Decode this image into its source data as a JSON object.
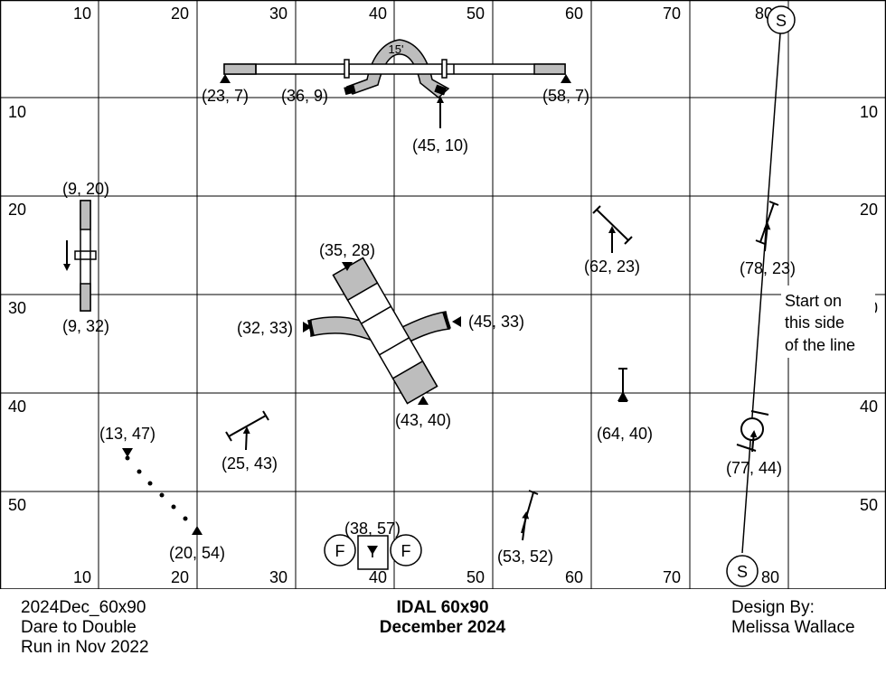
{
  "grid": {
    "top_labels": [
      "10",
      "20",
      "30",
      "40",
      "50",
      "60",
      "70",
      "80"
    ],
    "bottom_labels": [
      "10",
      "20",
      "30",
      "40",
      "50",
      "60",
      "70",
      "80"
    ],
    "left_labels": [
      "10",
      "20",
      "30",
      "40",
      "50"
    ],
    "right_labels": [
      "10",
      "20",
      "30",
      "40",
      "50"
    ]
  },
  "markers": {
    "start_top": "S",
    "start_bottom": "S",
    "table_left": "F",
    "table_right": "F",
    "table_center": "T"
  },
  "dogwalk_height_label": "15'",
  "coordinate_labels": [
    "(23, 7)",
    "(36, 9)",
    "(58, 7)",
    "(45, 10)",
    "(9, 20)",
    "(9, 32)",
    "(35, 28)",
    "(32, 33)",
    "(45, 33)",
    "(43, 40)",
    "(62, 23)",
    "(78, 23)",
    "(64, 40)",
    "(77, 44)",
    "(13, 47)",
    "(25, 43)",
    "(20, 54)",
    "(38, 57)",
    "(53, 52)"
  ],
  "note": [
    "Start on",
    "this side",
    "of the line"
  ],
  "footer": {
    "left": [
      "2024Dec_60x90",
      "Dare to Double",
      "Run in Nov 2022"
    ],
    "center": [
      "IDAL 60x90",
      "December 2024"
    ],
    "right": [
      "Design By:",
      "Melissa Wallace"
    ]
  }
}
